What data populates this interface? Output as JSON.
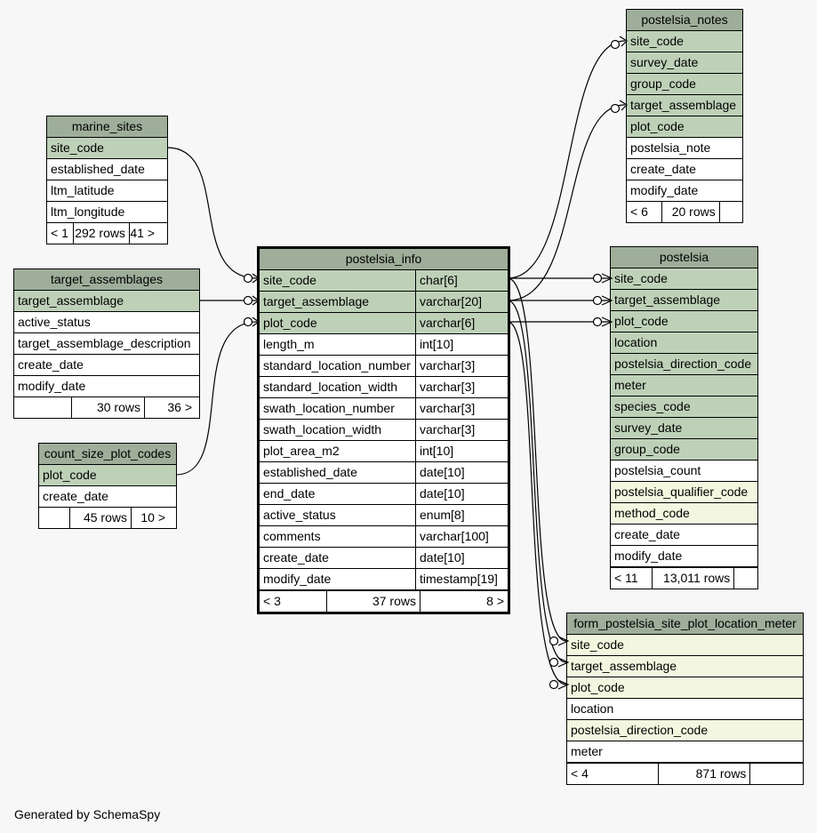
{
  "footer": "Generated by SchemaSpy",
  "colors": {
    "primary_key_row": "#bed1b8",
    "foreign_key_row": "#f4f7df",
    "header": "#9eae9a",
    "background": "#f7f7f7"
  },
  "tables": {
    "marine_sites": {
      "name": "marine_sites",
      "columns": [
        "site_code",
        "established_date",
        "ltm_latitude",
        "ltm_longitude"
      ],
      "footer": [
        "< 1",
        "292 rows",
        "41 >"
      ]
    },
    "target_assemblages": {
      "name": "target_assemblages",
      "columns": [
        "target_assemblage",
        "active_status",
        "target_assemblage_description",
        "create_date",
        "modify_date"
      ],
      "footer": [
        "",
        "30 rows",
        "36 >"
      ]
    },
    "count_size_plot_codes": {
      "name": "count_size_plot_codes",
      "columns": [
        "plot_code",
        "create_date"
      ],
      "footer": [
        "",
        "45 rows",
        "10 >"
      ]
    },
    "postelsia_info": {
      "name": "postelsia_info",
      "columns": [
        [
          "site_code",
          "char[6]"
        ],
        [
          "target_assemblage",
          "varchar[20]"
        ],
        [
          "plot_code",
          "varchar[6]"
        ],
        [
          "length_m",
          "int[10]"
        ],
        [
          "standard_location_number",
          "varchar[3]"
        ],
        [
          "standard_location_width",
          "varchar[3]"
        ],
        [
          "swath_location_number",
          "varchar[3]"
        ],
        [
          "swath_location_width",
          "varchar[3]"
        ],
        [
          "plot_area_m2",
          "int[10]"
        ],
        [
          "established_date",
          "date[10]"
        ],
        [
          "end_date",
          "date[10]"
        ],
        [
          "active_status",
          "enum[8]"
        ],
        [
          "comments",
          "varchar[100]"
        ],
        [
          "create_date",
          "date[10]"
        ],
        [
          "modify_date",
          "timestamp[19]"
        ]
      ],
      "footer": [
        "< 3",
        "37 rows",
        "8 >"
      ]
    },
    "postelsia_notes": {
      "name": "postelsia_notes",
      "columns": [
        "site_code",
        "survey_date",
        "group_code",
        "target_assemblage",
        "plot_code",
        "postelsia_note",
        "create_date",
        "modify_date"
      ],
      "footer": [
        "< 6",
        "20 rows",
        ""
      ]
    },
    "postelsia": {
      "name": "postelsia",
      "columns": [
        "site_code",
        "target_assemblage",
        "plot_code",
        "location",
        "postelsia_direction_code",
        "meter",
        "species_code",
        "survey_date",
        "group_code",
        "postelsia_count",
        "postelsia_qualifier_code",
        "method_code",
        "create_date",
        "modify_date"
      ],
      "footer": [
        "< 11",
        "13,011 rows",
        ""
      ]
    },
    "form_meter": {
      "name": "form_postelsia_site_plot_location_meter",
      "columns": [
        "site_code",
        "target_assemblage",
        "plot_code",
        "location",
        "postelsia_direction_code",
        "meter"
      ],
      "footer": [
        "< 4",
        "871 rows",
        ""
      ]
    }
  }
}
